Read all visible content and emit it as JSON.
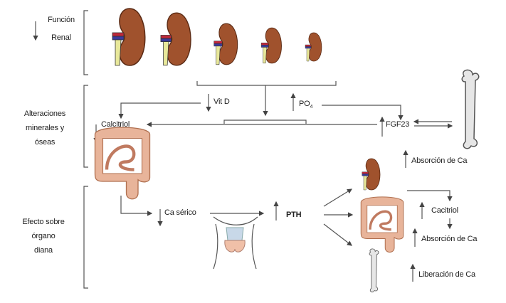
{
  "sections": [
    {
      "label_lines": [
        "Función",
        "Renal"
      ],
      "arrow": "down"
    },
    {
      "label_lines": [
        "Alteraciones",
        "minerales y",
        "óseas"
      ]
    },
    {
      "label_lines": [
        "Efecto sobre",
        "órgano",
        "diana"
      ]
    }
  ],
  "nodes": {
    "vitd": "Vit D",
    "po4": "PO",
    "po4_sub": "4",
    "calcitriol": "Calcitriol",
    "fgf23": "FGF23",
    "ca_serico": "Ca sérico",
    "pth": "PTH",
    "absorcion_renal": "Absorción de Ca",
    "cacitriol": "Cacitriol",
    "absorcion_intestinal": "Absorción de Ca",
    "liberacion": "Liberación de Ca"
  },
  "colors": {
    "kidney": "#a0522d",
    "artery": "#c0283a",
    "vein": "#3a3a9a",
    "ureter": "#e8e89a",
    "colon": "#e8b49a",
    "bone": "#e6e6e6",
    "thyroid": "#c8d8e8",
    "line": "#555555"
  }
}
